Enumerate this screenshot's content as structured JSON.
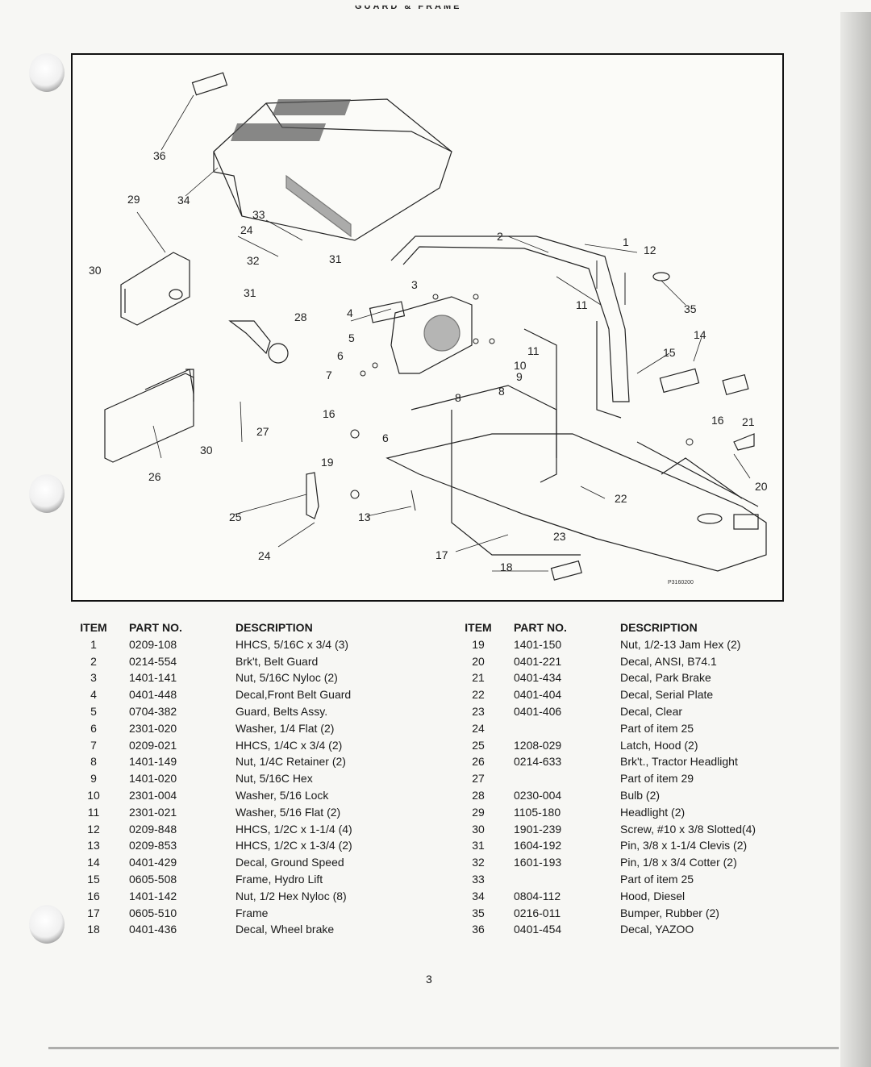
{
  "header": {
    "title": "GUARD & FRAME"
  },
  "diagram": {
    "code": "P3160200",
    "callouts": [
      "36",
      "34",
      "29",
      "30",
      "33",
      "24",
      "32",
      "31",
      "28",
      "31",
      "2",
      "1",
      "12",
      "3",
      "11",
      "35",
      "4",
      "5",
      "6",
      "7",
      "10",
      "9",
      "11",
      "14",
      "15",
      "8",
      "8",
      "16",
      "6",
      "21",
      "16",
      "27",
      "30",
      "19",
      "26",
      "25",
      "13",
      "22",
      "23",
      "20",
      "24",
      "17",
      "18"
    ]
  },
  "table": {
    "headers": {
      "item": "ITEM",
      "part_no": "PART NO.",
      "description": "DESCRIPTION"
    },
    "left": [
      {
        "item": "1",
        "part": "0209-108",
        "desc": "HHCS, 5/16C x 3/4 (3)"
      },
      {
        "item": "2",
        "part": "0214-554",
        "desc": "Brk't, Belt Guard"
      },
      {
        "item": "3",
        "part": "1401-141",
        "desc": "Nut, 5/16C Nyloc (2)"
      },
      {
        "item": "4",
        "part": "0401-448",
        "desc": "Decal,Front Belt Guard"
      },
      {
        "item": "5",
        "part": "0704-382",
        "desc": "Guard, Belts Assy."
      },
      {
        "item": "6",
        "part": "2301-020",
        "desc": "Washer, 1/4 Flat (2)"
      },
      {
        "item": "7",
        "part": "0209-021",
        "desc": "HHCS, 1/4C x 3/4 (2)"
      },
      {
        "item": "8",
        "part": "1401-149",
        "desc": "Nut, 1/4C Retainer (2)"
      },
      {
        "item": "9",
        "part": "1401-020",
        "desc": "Nut, 5/16C Hex"
      },
      {
        "item": "10",
        "part": "2301-004",
        "desc": "Washer, 5/16 Lock"
      },
      {
        "item": "11",
        "part": "2301-021",
        "desc": "Washer, 5/16 Flat (2)"
      },
      {
        "item": "12",
        "part": "0209-848",
        "desc": "HHCS, 1/2C x 1-1/4 (4)"
      },
      {
        "item": "13",
        "part": "0209-853",
        "desc": "HHCS, 1/2C x 1-3/4 (2)"
      },
      {
        "item": "14",
        "part": "0401-429",
        "desc": "Decal, Ground Speed"
      },
      {
        "item": "15",
        "part": "0605-508",
        "desc": "Frame, Hydro Lift"
      },
      {
        "item": "16",
        "part": "1401-142",
        "desc": "Nut, 1/2 Hex Nyloc (8)"
      },
      {
        "item": "17",
        "part": "0605-510",
        "desc": "Frame"
      },
      {
        "item": "18",
        "part": "0401-436",
        "desc": "Decal, Wheel brake"
      }
    ],
    "right": [
      {
        "item": "19",
        "part": "1401-150",
        "desc": "Nut, 1/2-13 Jam Hex (2)"
      },
      {
        "item": "20",
        "part": "0401-221",
        "desc": "Decal, ANSI, B74.1"
      },
      {
        "item": "21",
        "part": "0401-434",
        "desc": "Decal, Park Brake"
      },
      {
        "item": "22",
        "part": "0401-404",
        "desc": "Decal, Serial Plate"
      },
      {
        "item": "23",
        "part": "0401-406",
        "desc": "Decal, Clear"
      },
      {
        "item": "24",
        "part": "",
        "desc": "Part of item 25"
      },
      {
        "item": "25",
        "part": "1208-029",
        "desc": "Latch, Hood (2)"
      },
      {
        "item": "26",
        "part": "0214-633",
        "desc": "Brk't., Tractor Headlight"
      },
      {
        "item": "27",
        "part": "",
        "desc": "Part of item 29"
      },
      {
        "item": "28",
        "part": "0230-004",
        "desc": "Bulb (2)"
      },
      {
        "item": "29",
        "part": "1105-180",
        "desc": "Headlight (2)"
      },
      {
        "item": "30",
        "part": "1901-239",
        "desc": "Screw, #10 x 3/8 Slotted(4)"
      },
      {
        "item": "31",
        "part": "1604-192",
        "desc": "Pin, 3/8 x 1-1/4 Clevis (2)"
      },
      {
        "item": "32",
        "part": "1601-193",
        "desc": "Pin, 1/8 x 3/4 Cotter (2)"
      },
      {
        "item": "33",
        "part": "",
        "desc": "Part of item 25"
      },
      {
        "item": "34",
        "part": "0804-112",
        "desc": "Hood, Diesel"
      },
      {
        "item": "35",
        "part": "0216-011",
        "desc": "Bumper, Rubber (2)"
      },
      {
        "item": "36",
        "part": "0401-454",
        "desc": "Decal, YAZOO"
      }
    ]
  },
  "footer": {
    "page_number": "3"
  }
}
